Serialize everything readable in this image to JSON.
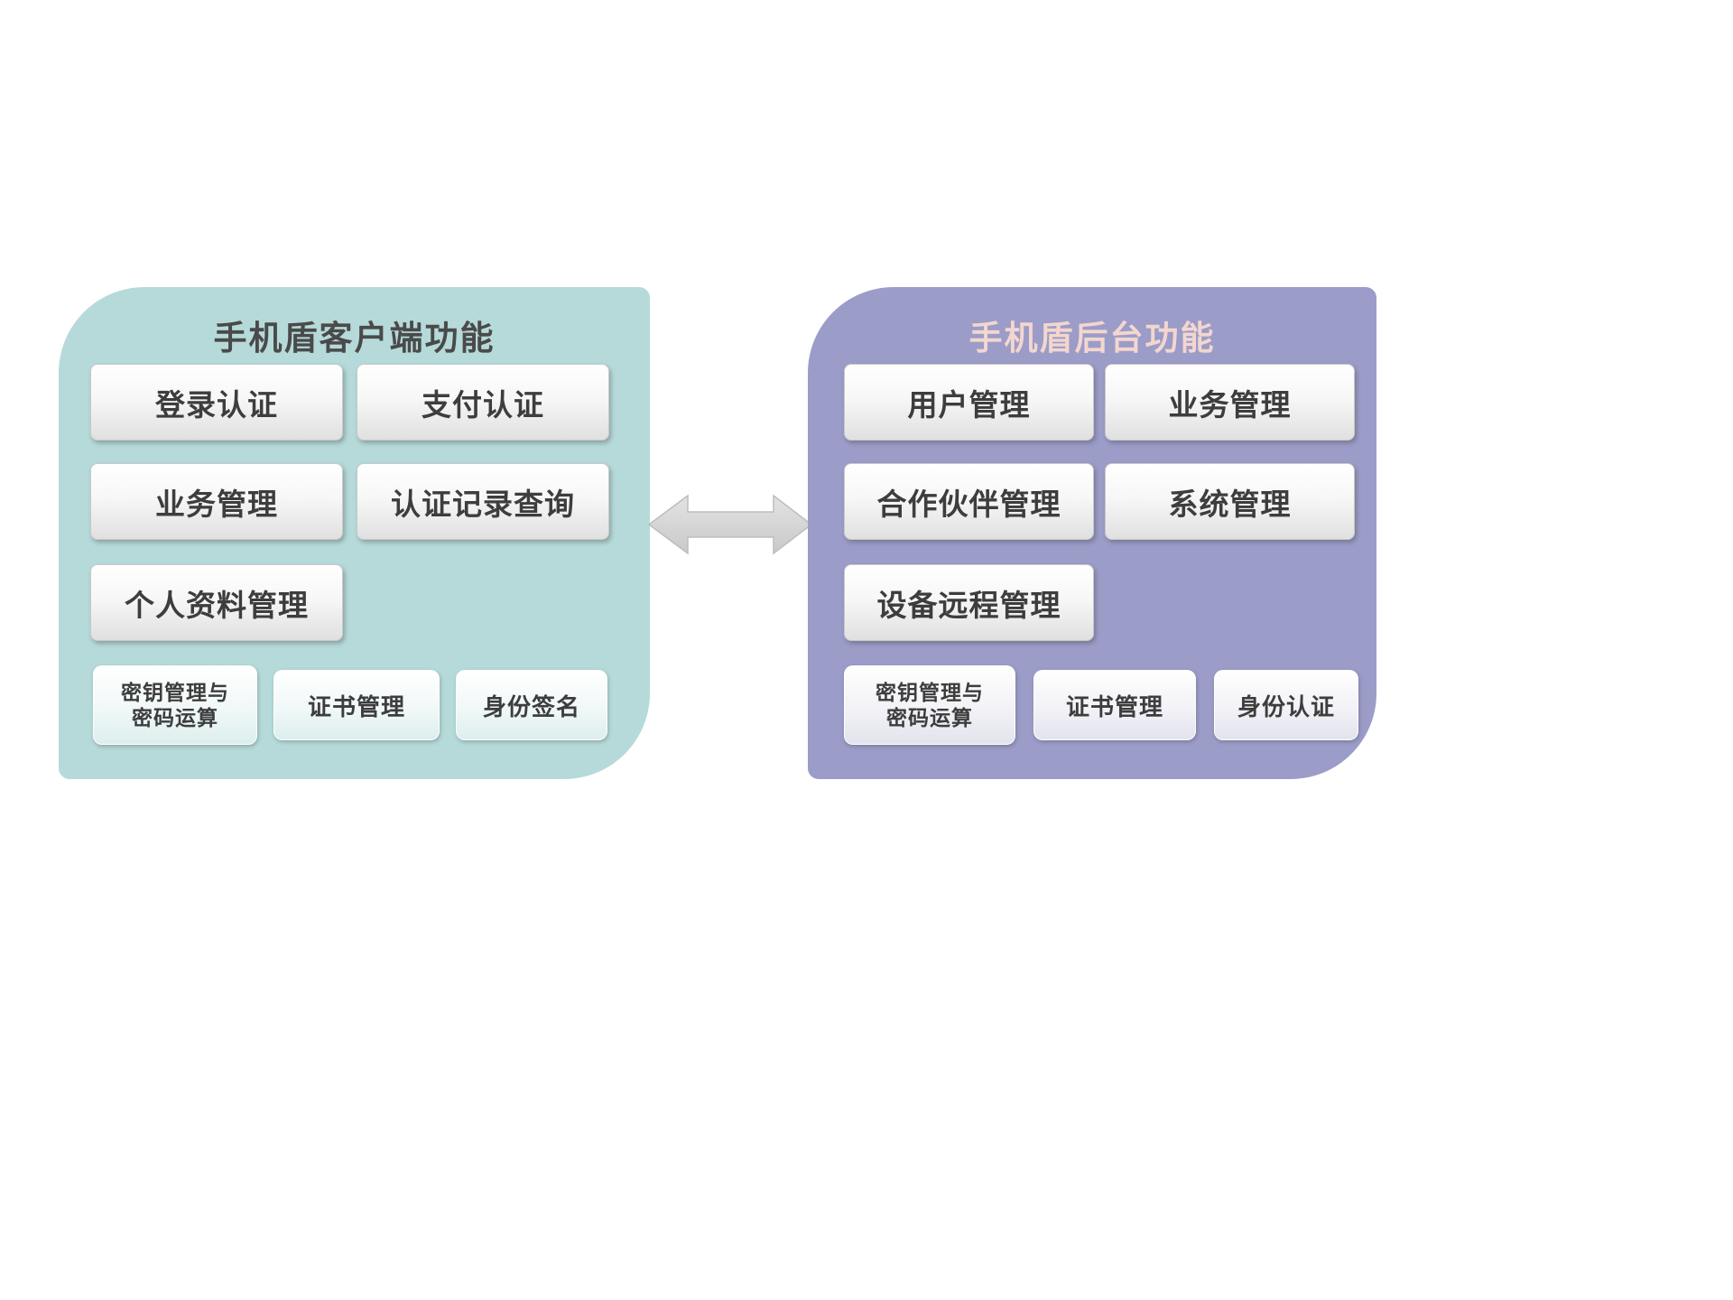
{
  "left_panel": {
    "title": "手机盾客户端功能",
    "buttons": [
      "登录认证",
      "支付认证",
      "业务管理",
      "认证记录查询",
      "个人资料管理"
    ],
    "small_boxes": [
      {
        "line1": "密钥管理与",
        "line2": "密码运算"
      },
      {
        "line1": "证书管理"
      },
      {
        "line1": "身份签名"
      }
    ]
  },
  "right_panel": {
    "title": "手机盾后台功能",
    "buttons": [
      "用户管理",
      "业务管理",
      "合作伙伴管理",
      "系统管理",
      "设备远程管理"
    ],
    "small_boxes": [
      {
        "line1": "密钥管理与",
        "line2": "密码运算"
      },
      {
        "line1": "证书管理"
      },
      {
        "line1": "身份认证"
      }
    ]
  },
  "colors": {
    "left_panel_bg": "#b5dad9",
    "right_panel_bg": "#9b9cc8",
    "left_title_text": "#4a4a4a",
    "right_title_text": "#f3d6cf",
    "button_text": "#3d3d3d",
    "arrow_fill": "#d6d6d6",
    "arrow_stroke": "#bdbdbd"
  }
}
